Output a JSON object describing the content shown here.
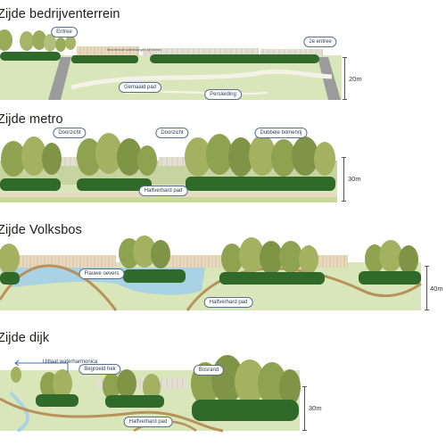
{
  "sections": [
    {
      "title": "Zijde bedrijventerrein",
      "labels": [
        "Entree",
        "2e entree",
        "Gemaaid pad",
        "Persleiding"
      ],
      "small_text": "Beschermde waterleidingen zijn binnen",
      "dimension": "20m"
    },
    {
      "title": "Zijde metro",
      "labels": [
        "Doorzicht",
        "Doorzicht",
        "Dubbele bomenrij",
        "Halfverhard pad"
      ],
      "dimension": "30m"
    },
    {
      "title": "Zijde Volksbos",
      "labels": [
        "Flauwe oevers",
        "Halfverhard pad"
      ],
      "dimension": "40m"
    },
    {
      "title": "Zijde dijk",
      "labels": [
        "Uitlaat waterharmonica",
        "Begroeid hek",
        "Bosrand",
        "Halfverhard pad"
      ],
      "dimension": "30m"
    }
  ],
  "colors": {
    "grass": "#d6e3b5",
    "tree_light": "#a3b160",
    "tree_dark": "#6f8540",
    "shrub": "#2f6a2a",
    "path": "#b8925a",
    "water": "#a9d2e4",
    "road": "#9a9a9a",
    "arrow": "#3d6fb6"
  }
}
